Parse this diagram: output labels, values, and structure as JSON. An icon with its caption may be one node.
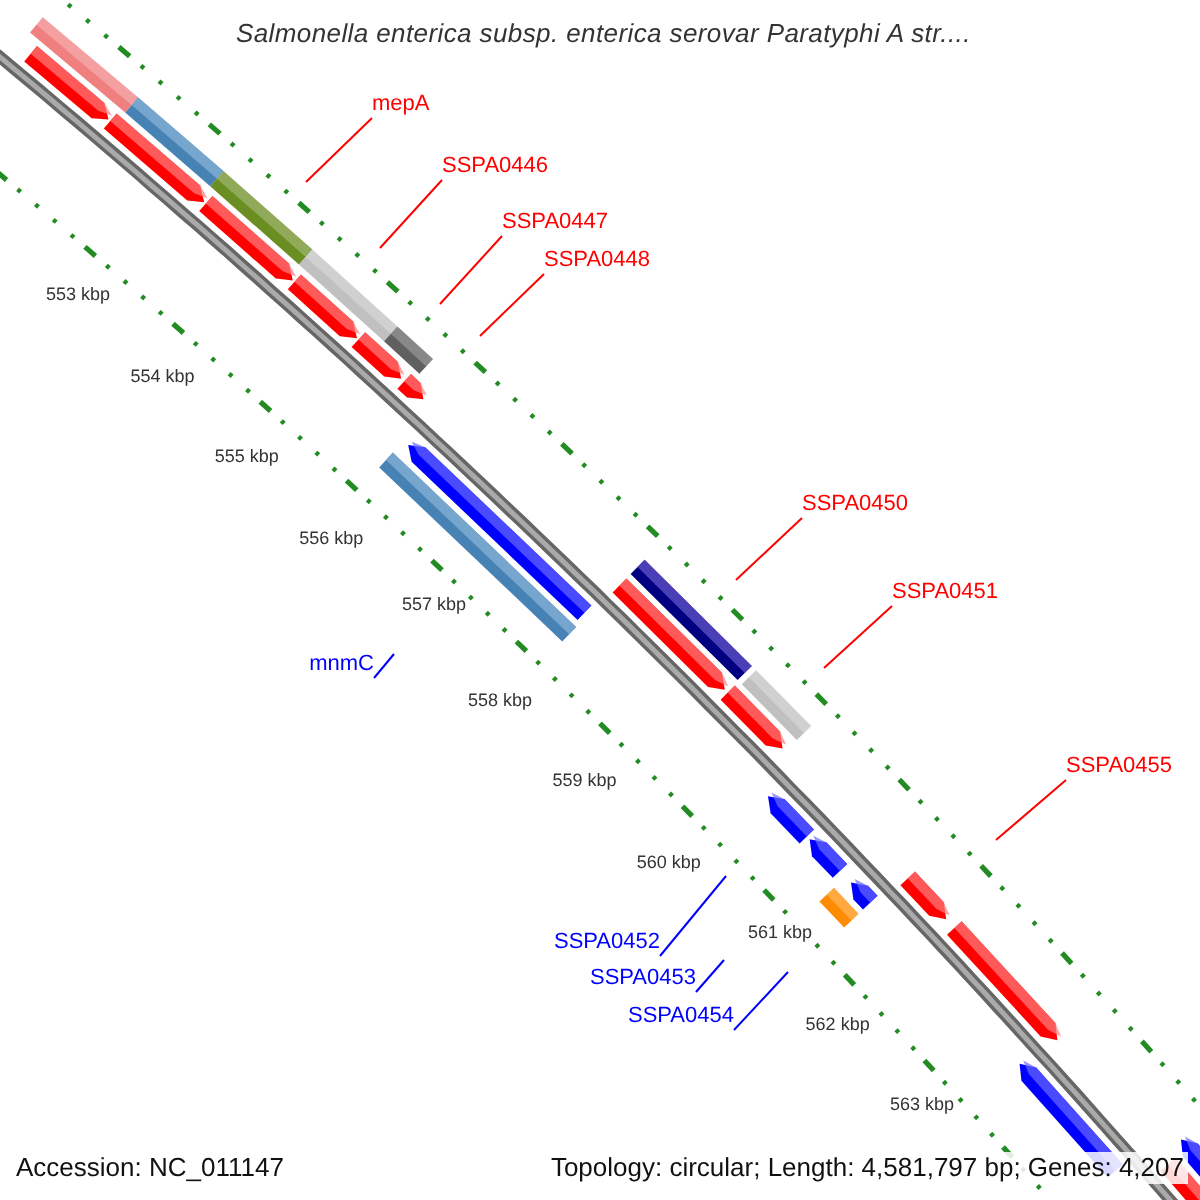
{
  "diagram": {
    "title": "Salmonella enterica subsp. enterica serovar Paratyphi A str....",
    "nodes": [
      {
        "text": [
          "mepA"
        ]
      },
      {
        "text": [
          "SSPA0446"
        ]
      },
      {
        "text": [
          "SSPA0447"
        ]
      },
      {
        "text": [
          "SSPA0448"
        ]
      },
      {
        "text": [
          "SSPA0450"
        ]
      },
      {
        "text": [
          "SSPA0451"
        ]
      },
      {
        "text": [
          "mnmC"
        ]
      },
      {
        "text": [
          "SSPA0455"
        ]
      },
      {
        "text": [
          "SSPA0452"
        ]
      },
      {
        "text": [
          "SSPA0453"
        ]
      },
      {
        "text": [
          "SSPA0454"
        ]
      }
    ],
    "edges": [
      {
        "from": 0,
        "to": null,
        "arrow": "none"
      },
      {
        "from": 1,
        "to": null,
        "arrow": "none"
      },
      {
        "from": 2,
        "to": null,
        "arrow": "none"
      },
      {
        "from": 3,
        "to": null,
        "arrow": "none"
      },
      {
        "from": 4,
        "to": null,
        "arrow": "none"
      },
      {
        "from": 5,
        "to": null,
        "arrow": "none"
      },
      {
        "from": 6,
        "to": null,
        "arrow": "none",
        "color": "#0000ff"
      },
      {
        "from": 7,
        "to": null,
        "arrow": "none"
      },
      {
        "from": 8,
        "to": null,
        "arrow": "none",
        "color": "#0000ff"
      },
      {
        "from": 9,
        "to": null,
        "arrow": "none",
        "color": "#0000ff"
      },
      {
        "from": 10,
        "to": null,
        "arrow": "none",
        "color": "#0000ff"
      }
    ],
    "labels": [
      "553 kbp",
      "554 kbp",
      "555 kbp",
      "556 kbp",
      "557 kbp",
      "558 kbp",
      "559 kbp",
      "560 kbp",
      "561 kbp",
      "562 kbp",
      "563 kbp",
      "Accession: NC_011147",
      "Topology: circular; Length: 4,581,797 bp; Genes: 4,207"
    ]
  }
}
